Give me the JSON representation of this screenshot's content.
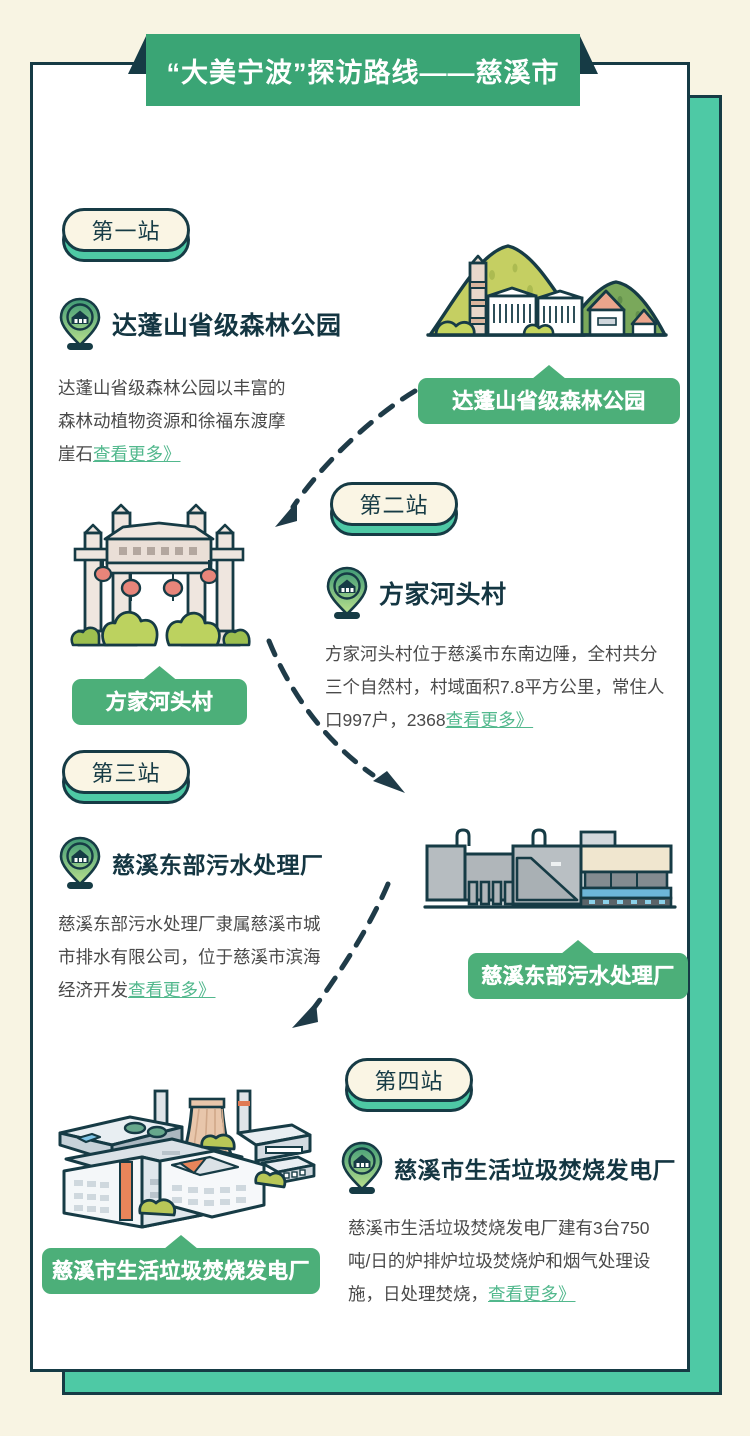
{
  "page": {
    "background_color": "#f8f4e3",
    "card_border_color": "#163b45",
    "accent_green": "#4ec9a5",
    "banner_green": "#3aa575",
    "tag_green": "#4caf79",
    "link_green": "#52b88d"
  },
  "header": {
    "title": "“大美宁波”探访路线——慈溪市"
  },
  "stations": [
    {
      "badge": "第一站",
      "name": "达蓬山省级森林公园",
      "description": "达蓬山省级森林公园以丰富的森林动植物资源和徐福东渡摩崖石",
      "more_label": "查看更多》",
      "tag": "达蓬山省级森林公园",
      "illustration": "mountain-park-illustration"
    },
    {
      "badge": "第二站",
      "name": "方家河头村",
      "description": "方家河头村位于慈溪市东南边陲，全村共分三个自然村，村域面积7.8平方公里，常住人口997户，2368",
      "more_label": "查看更多》",
      "tag": "方家河头村",
      "illustration": "paifang-archway-illustration"
    },
    {
      "badge": "第三站",
      "name": "慈溪东部污水处理厂",
      "description": "慈溪东部污水处理厂隶属慈溪市城市排水有限公司，位于慈溪市滨海经济开发",
      "more_label": "查看更多》",
      "tag": "慈溪东部污水处理厂",
      "illustration": "water-treatment-plant-illustration"
    },
    {
      "badge": "第四站",
      "name": "慈溪市生活垃圾焚烧发电厂",
      "description": "慈溪市生活垃圾焚烧发电厂建有3台750吨/日的炉排炉垃圾焚烧炉和烟气处理设施，日处理焚烧，",
      "more_label": "查看更多》",
      "tag": "慈溪市生活垃圾焚烧发电厂",
      "illustration": "waste-incineration-power-plant-illustration"
    }
  ]
}
